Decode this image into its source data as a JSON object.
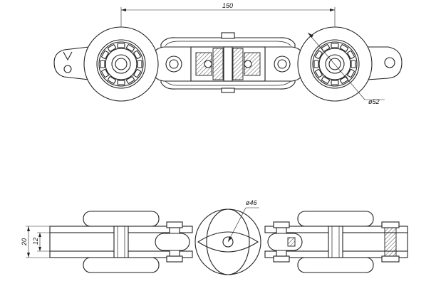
{
  "dimensions": {
    "center_distance": "150",
    "wheel_diameter_top": "ø52",
    "center_wheel_diameter": "ø46",
    "overall_height": "20",
    "inner_height": "12"
  }
}
